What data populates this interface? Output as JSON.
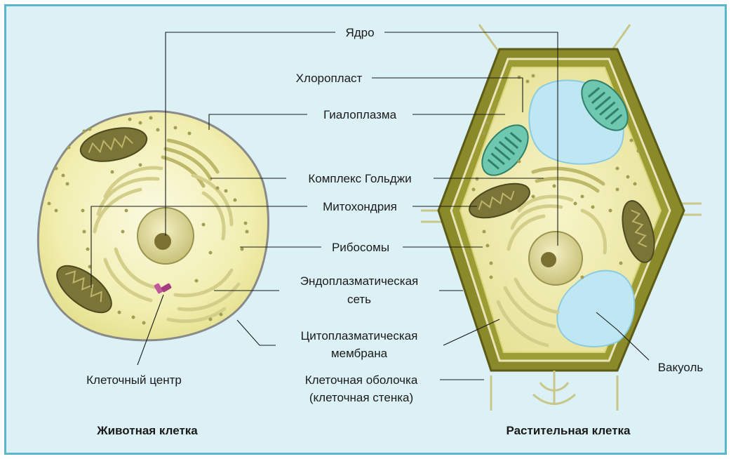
{
  "labels": {
    "nucleus": "Ядро",
    "chloroplast": "Хлоропласт",
    "hyaloplasm": "Гиалоплазма",
    "golgi": "Комплекс Гольджи",
    "mitochondria": "Митохондрия",
    "ribosomes": "Рибосомы",
    "er_line1": "Эндоплазматическая",
    "er_line2": "сеть",
    "membrane_line1": "Цитоплазматическая",
    "membrane_line2": "мембрана",
    "centrosome": "Клеточный центр",
    "wall_line1": "Клеточная оболочка",
    "wall_line2": "(клеточная стенка)",
    "vacuole": "Вакуоль"
  },
  "captions": {
    "animal": "Животная клетка",
    "plant": "Растительная клетка"
  },
  "colors": {
    "background": "#dcf1f6",
    "frame": "#5bb6c7",
    "cytoplasm": "#f3f0b8",
    "cell_wall": "#8a8a2a",
    "vacuole": "#bfe7f3",
    "chloroplast": "#6ec8b0",
    "mitochondrion": "#7a7436"
  }
}
